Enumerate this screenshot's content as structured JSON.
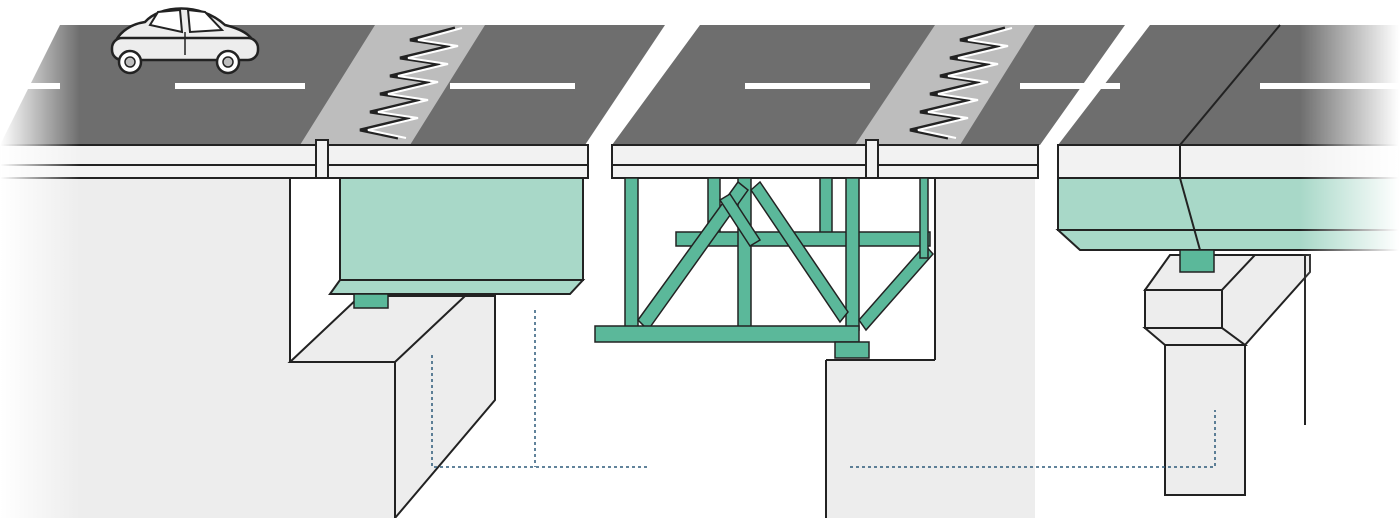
{
  "illustration": {
    "colors": {
      "road": "#6e6e6e",
      "lane_marking": "#ffffff",
      "joint_plate": "#bdbdbd",
      "deck_edge": "#f2f2f2",
      "girder": "#a8d8c8",
      "steel_truss": "#5bb89a",
      "bearing": "#5bb89a",
      "structure": "#ededed",
      "line": "#222222",
      "leader": "#2d5a7a"
    },
    "parts": [
      {
        "name": "car-icon"
      },
      {
        "name": "expansion-joint-left"
      },
      {
        "name": "expansion-joint-right"
      },
      {
        "name": "box-girder"
      },
      {
        "name": "steel-truss"
      },
      {
        "name": "pier-cap-beam"
      },
      {
        "name": "abutment"
      },
      {
        "name": "bearing"
      }
    ]
  }
}
